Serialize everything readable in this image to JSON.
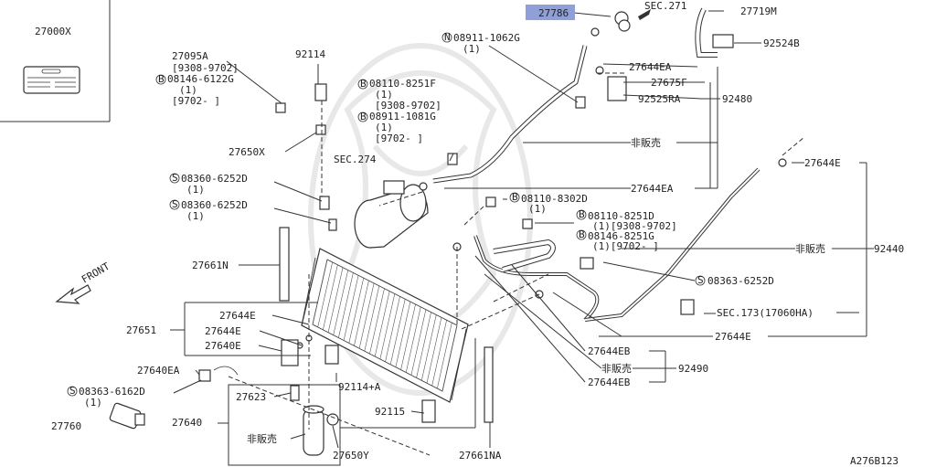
{
  "ref_code": "A276B123",
  "highlight_color": "#8fa0d8",
  "parts": {
    "p27000x": "27000X",
    "p27095a": "27095A",
    "p27095a_range": "[9308-9702]",
    "b08146_6122g": "08146-6122G",
    "b08146_6122g_qty": "(1)",
    "b08146_6122g_range": "[9702-    ]",
    "p92114": "92114",
    "p27650x": "27650X",
    "b08110_8251f": "08110-8251F",
    "b08110_8251f_qty": "(1)",
    "b08110_8251f_range": "[9308-9702]",
    "b08911_1081g": "08911-1081G",
    "b08911_1081g_qty": "(1)",
    "b08911_1081g_range": "[9702-    ]",
    "n08911_1062g": "08911-1062G",
    "n08911_1062g_qty": "(1)",
    "p27786": "27786",
    "sec271": "SEC.271",
    "p27719m": "27719M",
    "p92524b": "92524B",
    "p27644ea_1": "27644EA",
    "p27675f": "27675F",
    "p92525ra": "92525RA",
    "p92480": "92480",
    "not_sold_1": "非販売",
    "sec274": "SEC.274",
    "p27644ea_2": "27644EA",
    "p27644e_1": "27644E",
    "s08360_6252d_1": "08360-6252D",
    "s08360_6252d_1_qty": "(1)",
    "s08360_6252d_2": "08360-6252D",
    "s08360_6252d_2_qty": "(1)",
    "b08110_8302d": "08110-8302D",
    "b08110_8302d_qty": "(1)",
    "b08110_8251d": "08110-8251D",
    "b08110_8251d_qty": "(1)[9308-9702]",
    "b08146_8251g": "08146-8251G",
    "b08146_8251g_qty": "(1)[9702-  ]",
    "not_sold_2": "非販売",
    "p92440": "92440",
    "p27661n": "27661N",
    "front": "FRONT",
    "s08363_6252d": "08363-6252D",
    "sec173": "SEC.173(17060HA)",
    "p27644e_2": "27644E",
    "p27644e_3": "27644E",
    "p27651": "27651",
    "p27644e_4": "27644E",
    "p27640e": "27640E",
    "p27644eb_1": "27644EB",
    "not_sold_3": "非販売",
    "p92490": "92490",
    "p27644eb_2": "27644EB",
    "p27640ea": "27640EA",
    "s08363_6162d": "08363-6162D",
    "s08363_6162d_qty": "(1)",
    "p92114a": "92114+A",
    "p27623": "27623",
    "p27760": "27760",
    "p27640": "27640",
    "not_sold_4": "非販売",
    "p92115": "92115",
    "p27650y": "27650Y",
    "p27661na": "27661NA"
  }
}
